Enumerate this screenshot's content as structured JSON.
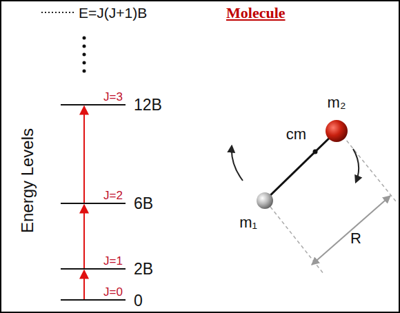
{
  "diagram": {
    "title": "Molecule",
    "labels": [
      "E=J(J+1)B",
      "Energy Levels",
      "J=3",
      "12B",
      "J=2",
      "6B",
      "J=1",
      "2B",
      "J=0",
      "0",
      "m₂",
      "cm",
      "m₁",
      "R"
    ]
  }
}
